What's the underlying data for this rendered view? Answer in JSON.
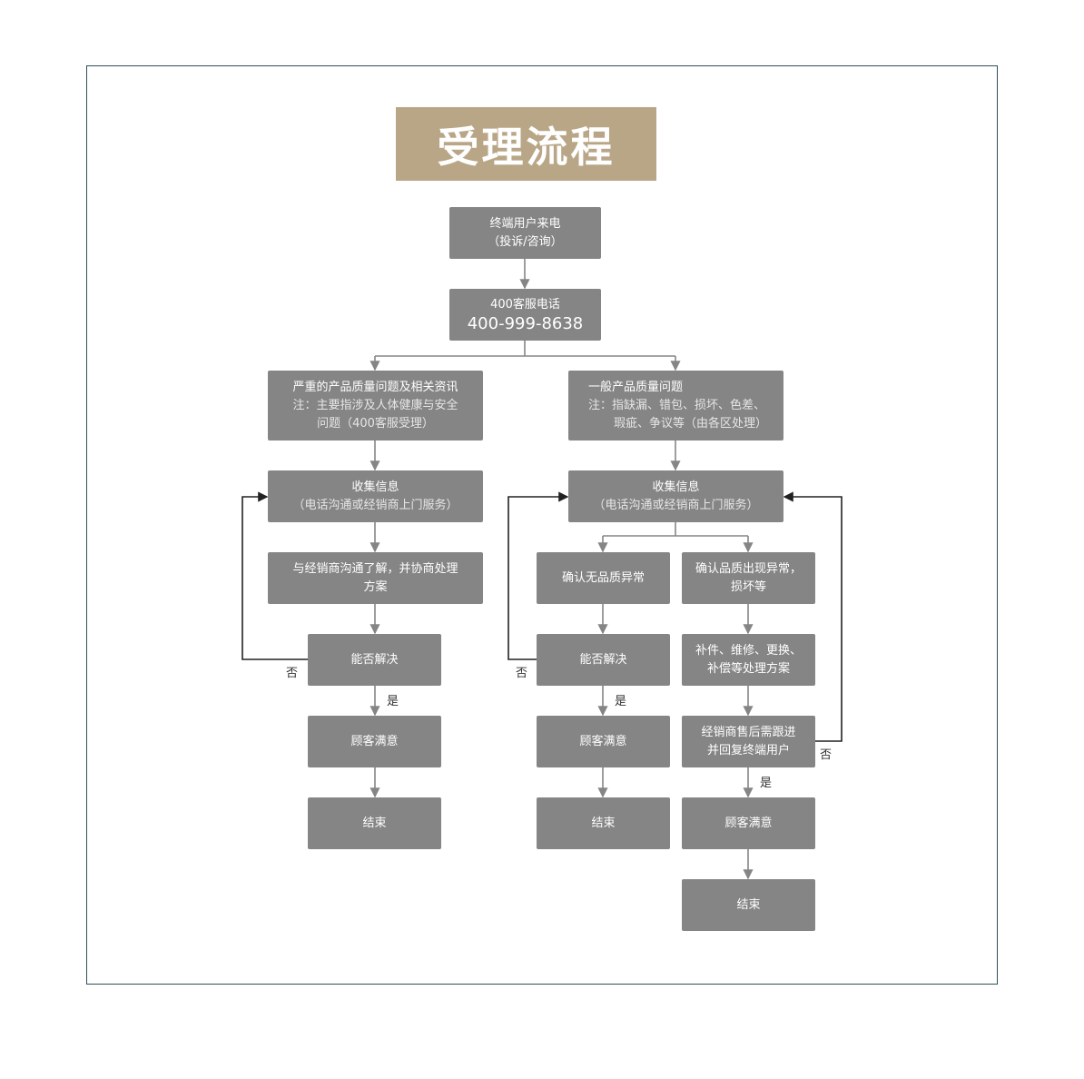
{
  "title": "受理流程",
  "boxes": {
    "start": {
      "line1": "终端用户来电",
      "line2": "（投诉/咨询）"
    },
    "hotline": {
      "line1": "400客服电话",
      "line2": "400-999-8638"
    },
    "serious": {
      "line1": "严重的产品质量问题及相关资讯",
      "line2": "注：主要指涉及人体健康与安全",
      "line3": "问题（400客服受理）"
    },
    "general": {
      "line1": "一般产品质量问题",
      "line2": "注：指缺漏、错包、损坏、色差、",
      "line3": "瑕疵、争议等（由各区处理）"
    },
    "collect_left": {
      "line1": "收集信息",
      "line2": "（电话沟通或经销商上门服务）"
    },
    "collect_right": {
      "line1": "收集信息",
      "line2": "（电话沟通或经销商上门服务）"
    },
    "negotiate": {
      "line1": "与经销商沟通了解，并协商处理",
      "line2": "方案"
    },
    "no_issue": {
      "line1": "确认无品质异常"
    },
    "has_issue": {
      "line1": "确认品质出现异常，",
      "line2": "损坏等"
    },
    "resolve_left": {
      "line1": "能否解决"
    },
    "resolve_mid": {
      "line1": "能否解决"
    },
    "plan": {
      "line1": "补件、维修、更换、",
      "line2": "补偿等处理方案"
    },
    "satisfied_left": {
      "line1": "顾客满意"
    },
    "satisfied_mid": {
      "line1": "顾客满意"
    },
    "followup": {
      "line1": "经销商售后需跟进",
      "line2": "并回复终端用户"
    },
    "end_left": {
      "line1": "结束"
    },
    "end_mid": {
      "line1": "结束"
    },
    "satisfied_right": {
      "line1": "顾客满意"
    },
    "end_right": {
      "line1": "结束"
    }
  },
  "labels": {
    "no": "否",
    "yes": "是"
  },
  "colors": {
    "title_bg": "#b9a687",
    "box_bg": "#858585",
    "connector": "#858585",
    "loop_line": "#222222",
    "frame_border": "#2f4f5a"
  }
}
